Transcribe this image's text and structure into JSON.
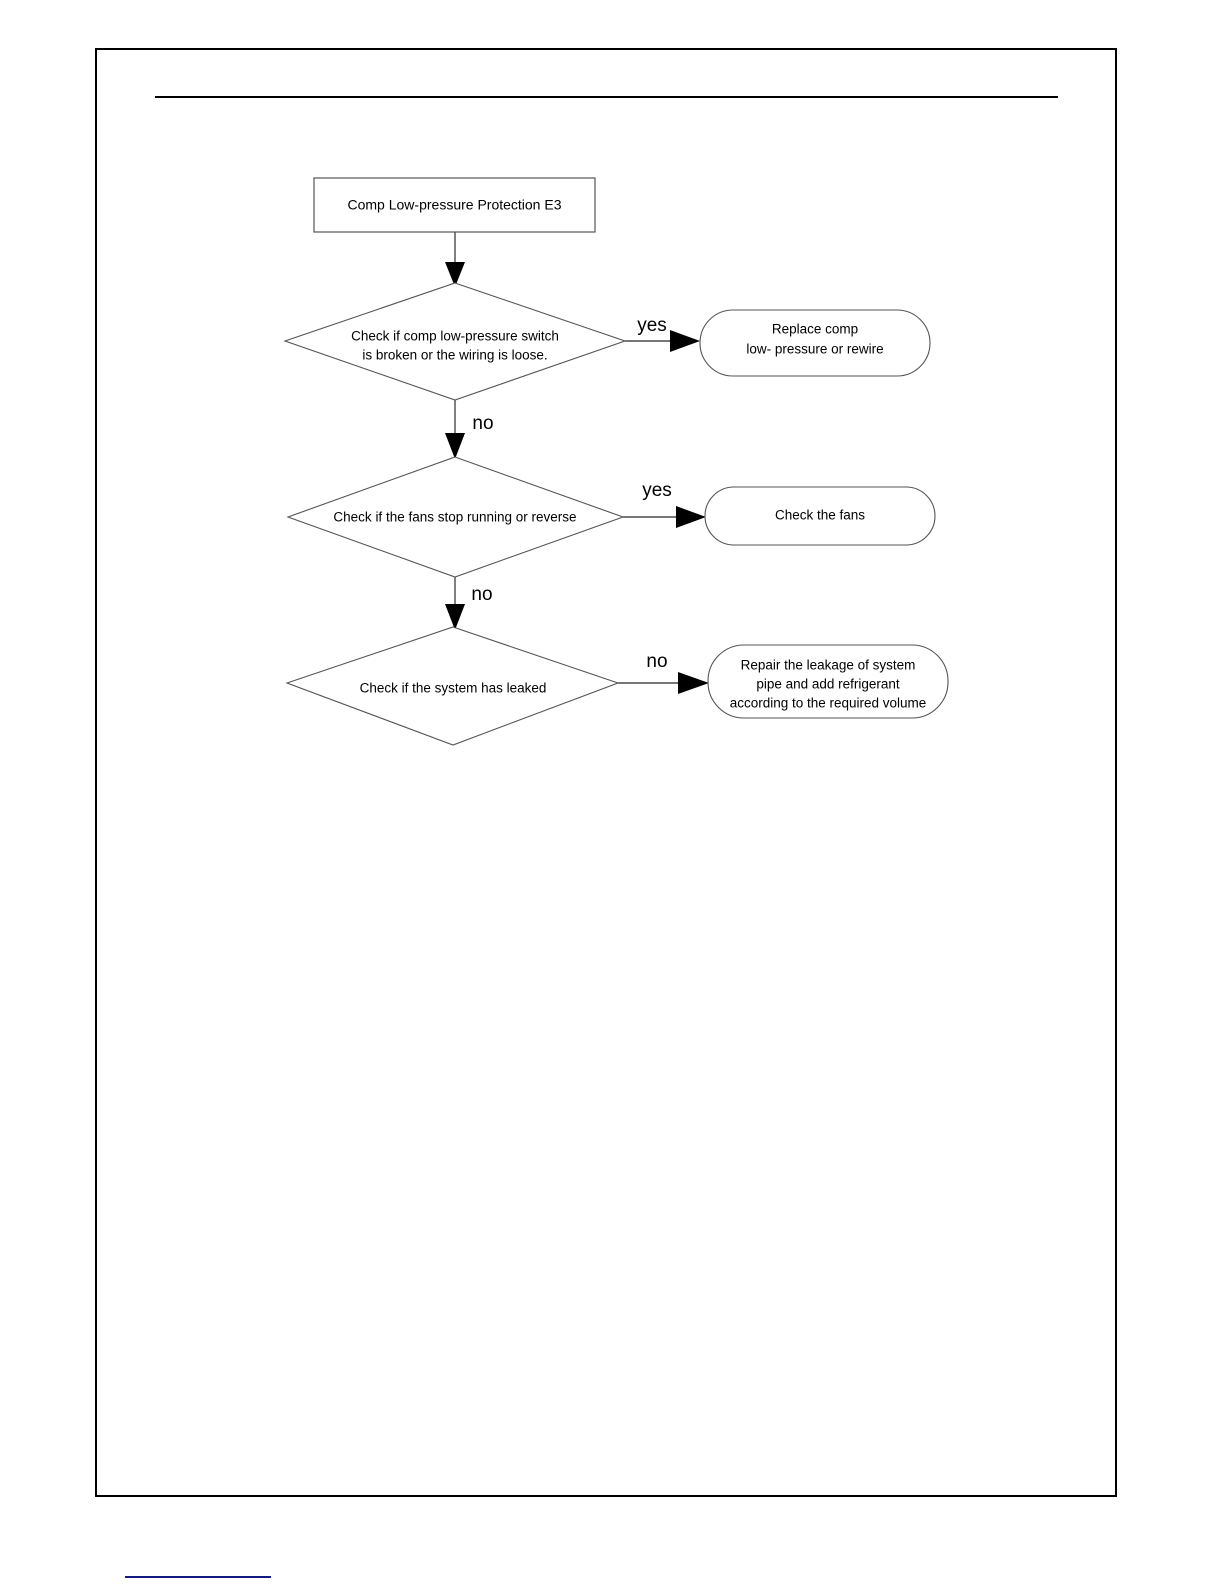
{
  "document": {
    "page_border_color": "#000000",
    "header_rule_color": "#000000",
    "footer_rule_color": "#131a7f",
    "background_color": "#ffffff"
  },
  "chart_data": {
    "type": "diagram",
    "diagram_kind": "flowchart",
    "title": "Comp Low-pressure Protection E3 troubleshooting flowchart",
    "nodes": [
      {
        "id": "start",
        "shape": "rectangle",
        "text": "Comp Low-pressure Protection E3",
        "lines": [
          "Comp Low-pressure Protection E3"
        ]
      },
      {
        "id": "decision1",
        "shape": "diamond",
        "text": "Check if comp low-pressure switch is broken or the wiring is loose.",
        "lines": [
          "Check if comp low-pressure switch",
          "is broken or the wiring is loose."
        ]
      },
      {
        "id": "action1",
        "shape": "stadium",
        "text": "Replace comp low- pressure or rewire",
        "lines": [
          "Replace comp",
          "low- pressure or rewire"
        ]
      },
      {
        "id": "decision2",
        "shape": "diamond",
        "text": "Check if the fans stop running or reverse",
        "lines": [
          "Check if the fans stop running or reverse"
        ]
      },
      {
        "id": "action2",
        "shape": "stadium",
        "text": "Check the fans",
        "lines": [
          "Check the fans"
        ]
      },
      {
        "id": "decision3",
        "shape": "diamond",
        "text": "Check if the system has leaked",
        "lines": [
          "Check if the system has leaked"
        ]
      },
      {
        "id": "action3",
        "shape": "stadium",
        "text": "Repair the leakage of system pipe and add refrigerant according to the required volume",
        "lines": [
          "Repair the leakage of system",
          "pipe and add refrigerant",
          "according to the required volume"
        ]
      }
    ],
    "edges": [
      {
        "from": "start",
        "to": "decision1",
        "label": "",
        "direction": "down"
      },
      {
        "from": "decision1",
        "to": "action1",
        "label": "yes",
        "direction": "right"
      },
      {
        "from": "decision1",
        "to": "decision2",
        "label": "no",
        "direction": "down"
      },
      {
        "from": "decision2",
        "to": "action2",
        "label": "yes",
        "direction": "right"
      },
      {
        "from": "decision2",
        "to": "decision3",
        "label": "no",
        "direction": "down"
      },
      {
        "from": "decision3",
        "to": "action3",
        "label": "no",
        "direction": "right"
      }
    ]
  },
  "labels": {
    "start_line1": "Comp Low-pressure Protection E3",
    "d1_line1": "Check if comp low-pressure switch",
    "d1_line2": "is broken or the wiring is loose.",
    "a1_line1": "Replace comp",
    "a1_line2": "low- pressure or rewire",
    "d2_line1": "Check if the fans stop running or reverse",
    "a2_line1": "Check the fans",
    "d3_line1": "Check if the system has leaked",
    "a3_line1": "Repair the leakage of system",
    "a3_line2": "pipe and add refrigerant",
    "a3_line3": "according to the required volume",
    "edge_yes_1": "yes",
    "edge_no_1": "no",
    "edge_yes_2": "yes",
    "edge_no_2": "no",
    "edge_no_3": "no"
  }
}
